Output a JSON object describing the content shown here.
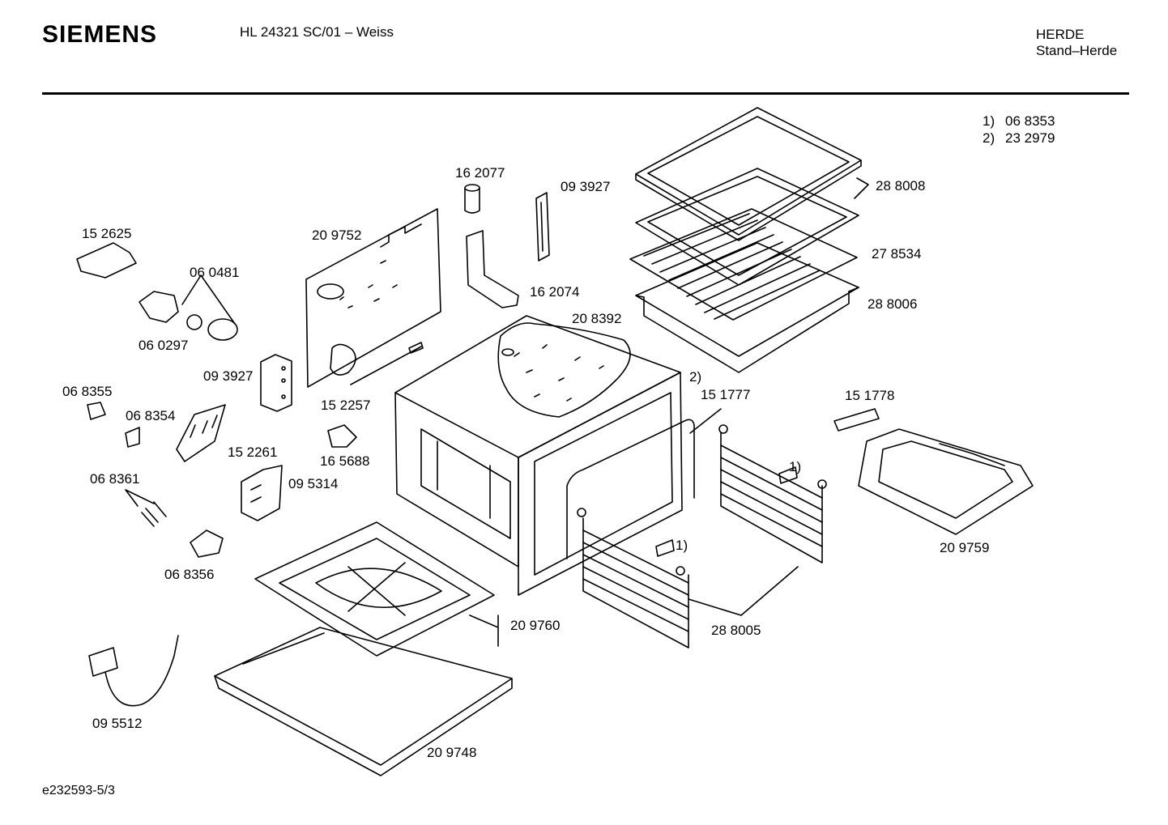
{
  "header": {
    "brand": "SIEMENS",
    "model": "HL 24321 SC/01 – Weiss",
    "category_line1": "HERDE",
    "category_line2": "Stand–Herde"
  },
  "footnotes": [
    {
      "num": "1)",
      "part": "06 8353"
    },
    {
      "num": "2)",
      "part": "23 2979"
    }
  ],
  "parts": [
    {
      "id": "p1",
      "text": "15 2625"
    },
    {
      "id": "p2",
      "text": "06 0481"
    },
    {
      "id": "p3",
      "text": "06 0297"
    },
    {
      "id": "p4",
      "text": "20 9752"
    },
    {
      "id": "p5",
      "text": "16 2077"
    },
    {
      "id": "p6",
      "text": "09 3927"
    },
    {
      "id": "p7",
      "text": "16 2074"
    },
    {
      "id": "p8",
      "text": "28 8008"
    },
    {
      "id": "p9",
      "text": "27 8534"
    },
    {
      "id": "p10",
      "text": "28 8006"
    },
    {
      "id": "p11",
      "text": "20 8392"
    },
    {
      "id": "p12",
      "text": "09 3927"
    },
    {
      "id": "p13",
      "text": "06 8355"
    },
    {
      "id": "p14",
      "text": "06 8354"
    },
    {
      "id": "p15",
      "text": "15 2257"
    },
    {
      "id": "p16",
      "text": "2)"
    },
    {
      "id": "p17",
      "text": "15 1777"
    },
    {
      "id": "p18",
      "text": "15 1778"
    },
    {
      "id": "p19",
      "text": "15 2261"
    },
    {
      "id": "p20",
      "text": "16 5688"
    },
    {
      "id": "p21",
      "text": "06 8361"
    },
    {
      "id": "p22",
      "text": "09 5314"
    },
    {
      "id": "p23",
      "text": "1)"
    },
    {
      "id": "p24",
      "text": "1)"
    },
    {
      "id": "p25",
      "text": "20 9759"
    },
    {
      "id": "p26",
      "text": "06 8356"
    },
    {
      "id": "p27",
      "text": "20 9760"
    },
    {
      "id": "p28",
      "text": "28 8005"
    },
    {
      "id": "p29",
      "text": "09 5512"
    },
    {
      "id": "p30",
      "text": "20 9748"
    }
  ],
  "doc_id": "e232593-5/3"
}
